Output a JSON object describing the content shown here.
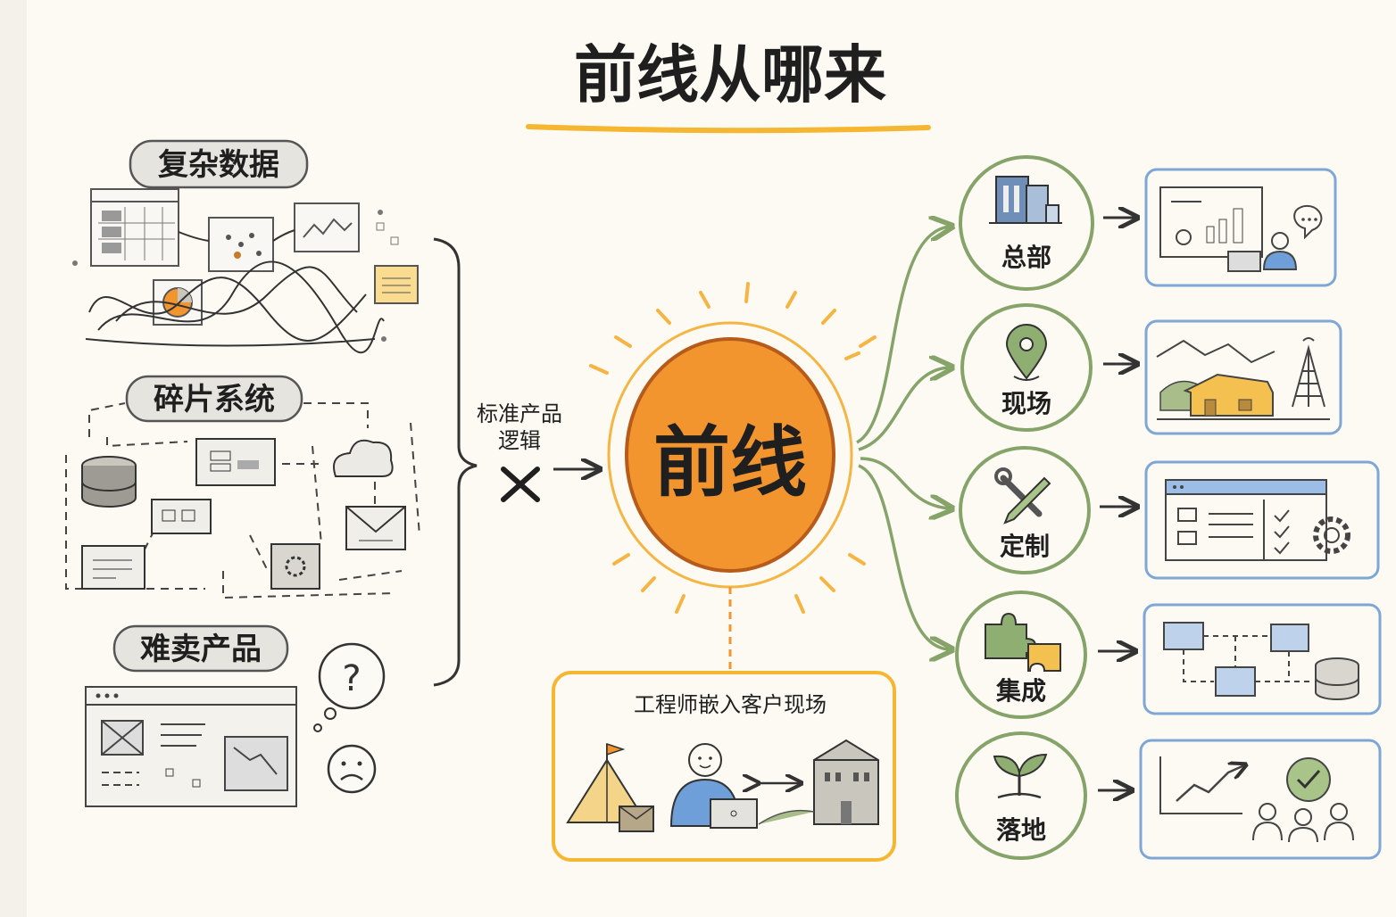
{
  "title": "前线从哪来",
  "left_labels": {
    "complex_data": "复杂数据",
    "fragmented_systems": "碎片系统",
    "hard_to_sell": "难卖产品"
  },
  "middle": {
    "standard_logic_line1": "标准产品",
    "standard_logic_line2": "逻辑",
    "center": "前线",
    "embed_caption": "工程师嵌入客户现场"
  },
  "right_nodes": [
    {
      "label": "总部",
      "icon": "building-icon"
    },
    {
      "label": "现场",
      "icon": "location-pin-icon"
    },
    {
      "label": "定制",
      "icon": "wrench-pencil-icon"
    },
    {
      "label": "集成",
      "icon": "puzzle-icon"
    },
    {
      "label": "落地",
      "icon": "sprout-icon"
    }
  ],
  "colors": {
    "sun": "#f2952f",
    "sun_ring": "#f5b544",
    "green": "#86a36a",
    "blue": "#7fa7d6",
    "title_underline": "#f5b731",
    "gold_box": "#f5b731"
  }
}
